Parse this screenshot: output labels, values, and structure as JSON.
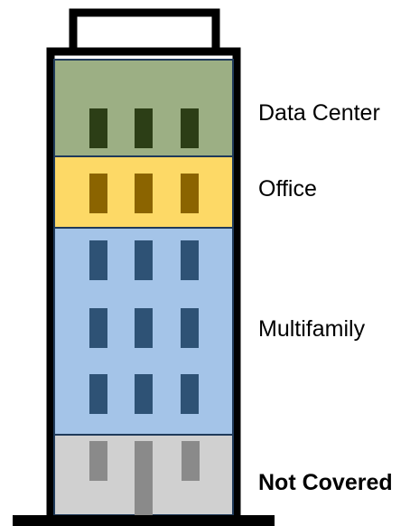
{
  "floors": [
    {
      "label": "Data Center",
      "bold": false,
      "fill": "#9caf84",
      "window": "#2c3e16"
    },
    {
      "label": "Office",
      "bold": false,
      "fill": "#fdd966",
      "window": "#8b6400"
    },
    {
      "label": "Multifamily",
      "bold": false,
      "fill": "#a4c4e8",
      "window": "#2e5275"
    },
    {
      "label": "Not Covered",
      "bold": true,
      "fill": "#d0d0d0",
      "window": "#8a8a8a"
    }
  ],
  "colors": {
    "outline": "#000000",
    "divider": "#1f3a5a"
  }
}
